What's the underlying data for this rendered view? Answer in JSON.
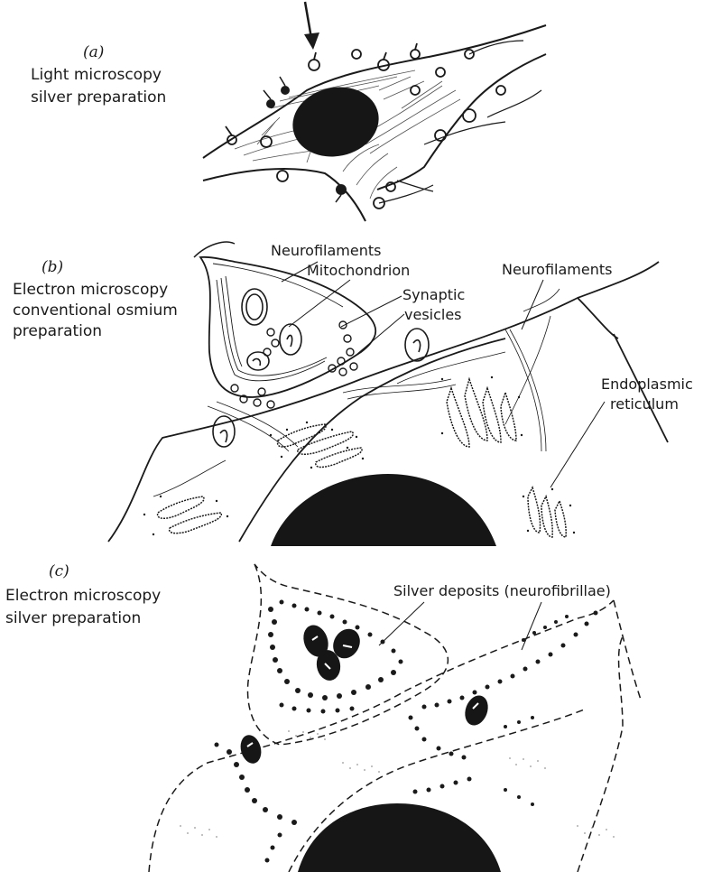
{
  "panels": [
    {
      "letter": "(a)",
      "title_lines": [
        "Light microscopy",
        "silver preparation"
      ]
    },
    {
      "letter": "(b)",
      "title_lines": [
        "Electron microscopy",
        "conventional osmium",
        "preparation"
      ],
      "labels": {
        "neurofilaments_a": "Neurofilaments",
        "mitochondrion": "Mitochondrion",
        "synaptic": "Synaptic",
        "vesicles": "vesicles",
        "neurofilaments_b": "Neurofilaments",
        "endoplasmic": "Endoplasmic",
        "reticulum": "reticulum"
      }
    },
    {
      "letter": "(c)",
      "title_lines": [
        "Electron microscopy",
        "silver preparation"
      ],
      "labels": {
        "silver_deposits": "Silver deposits (neurofibrillae)"
      }
    }
  ]
}
